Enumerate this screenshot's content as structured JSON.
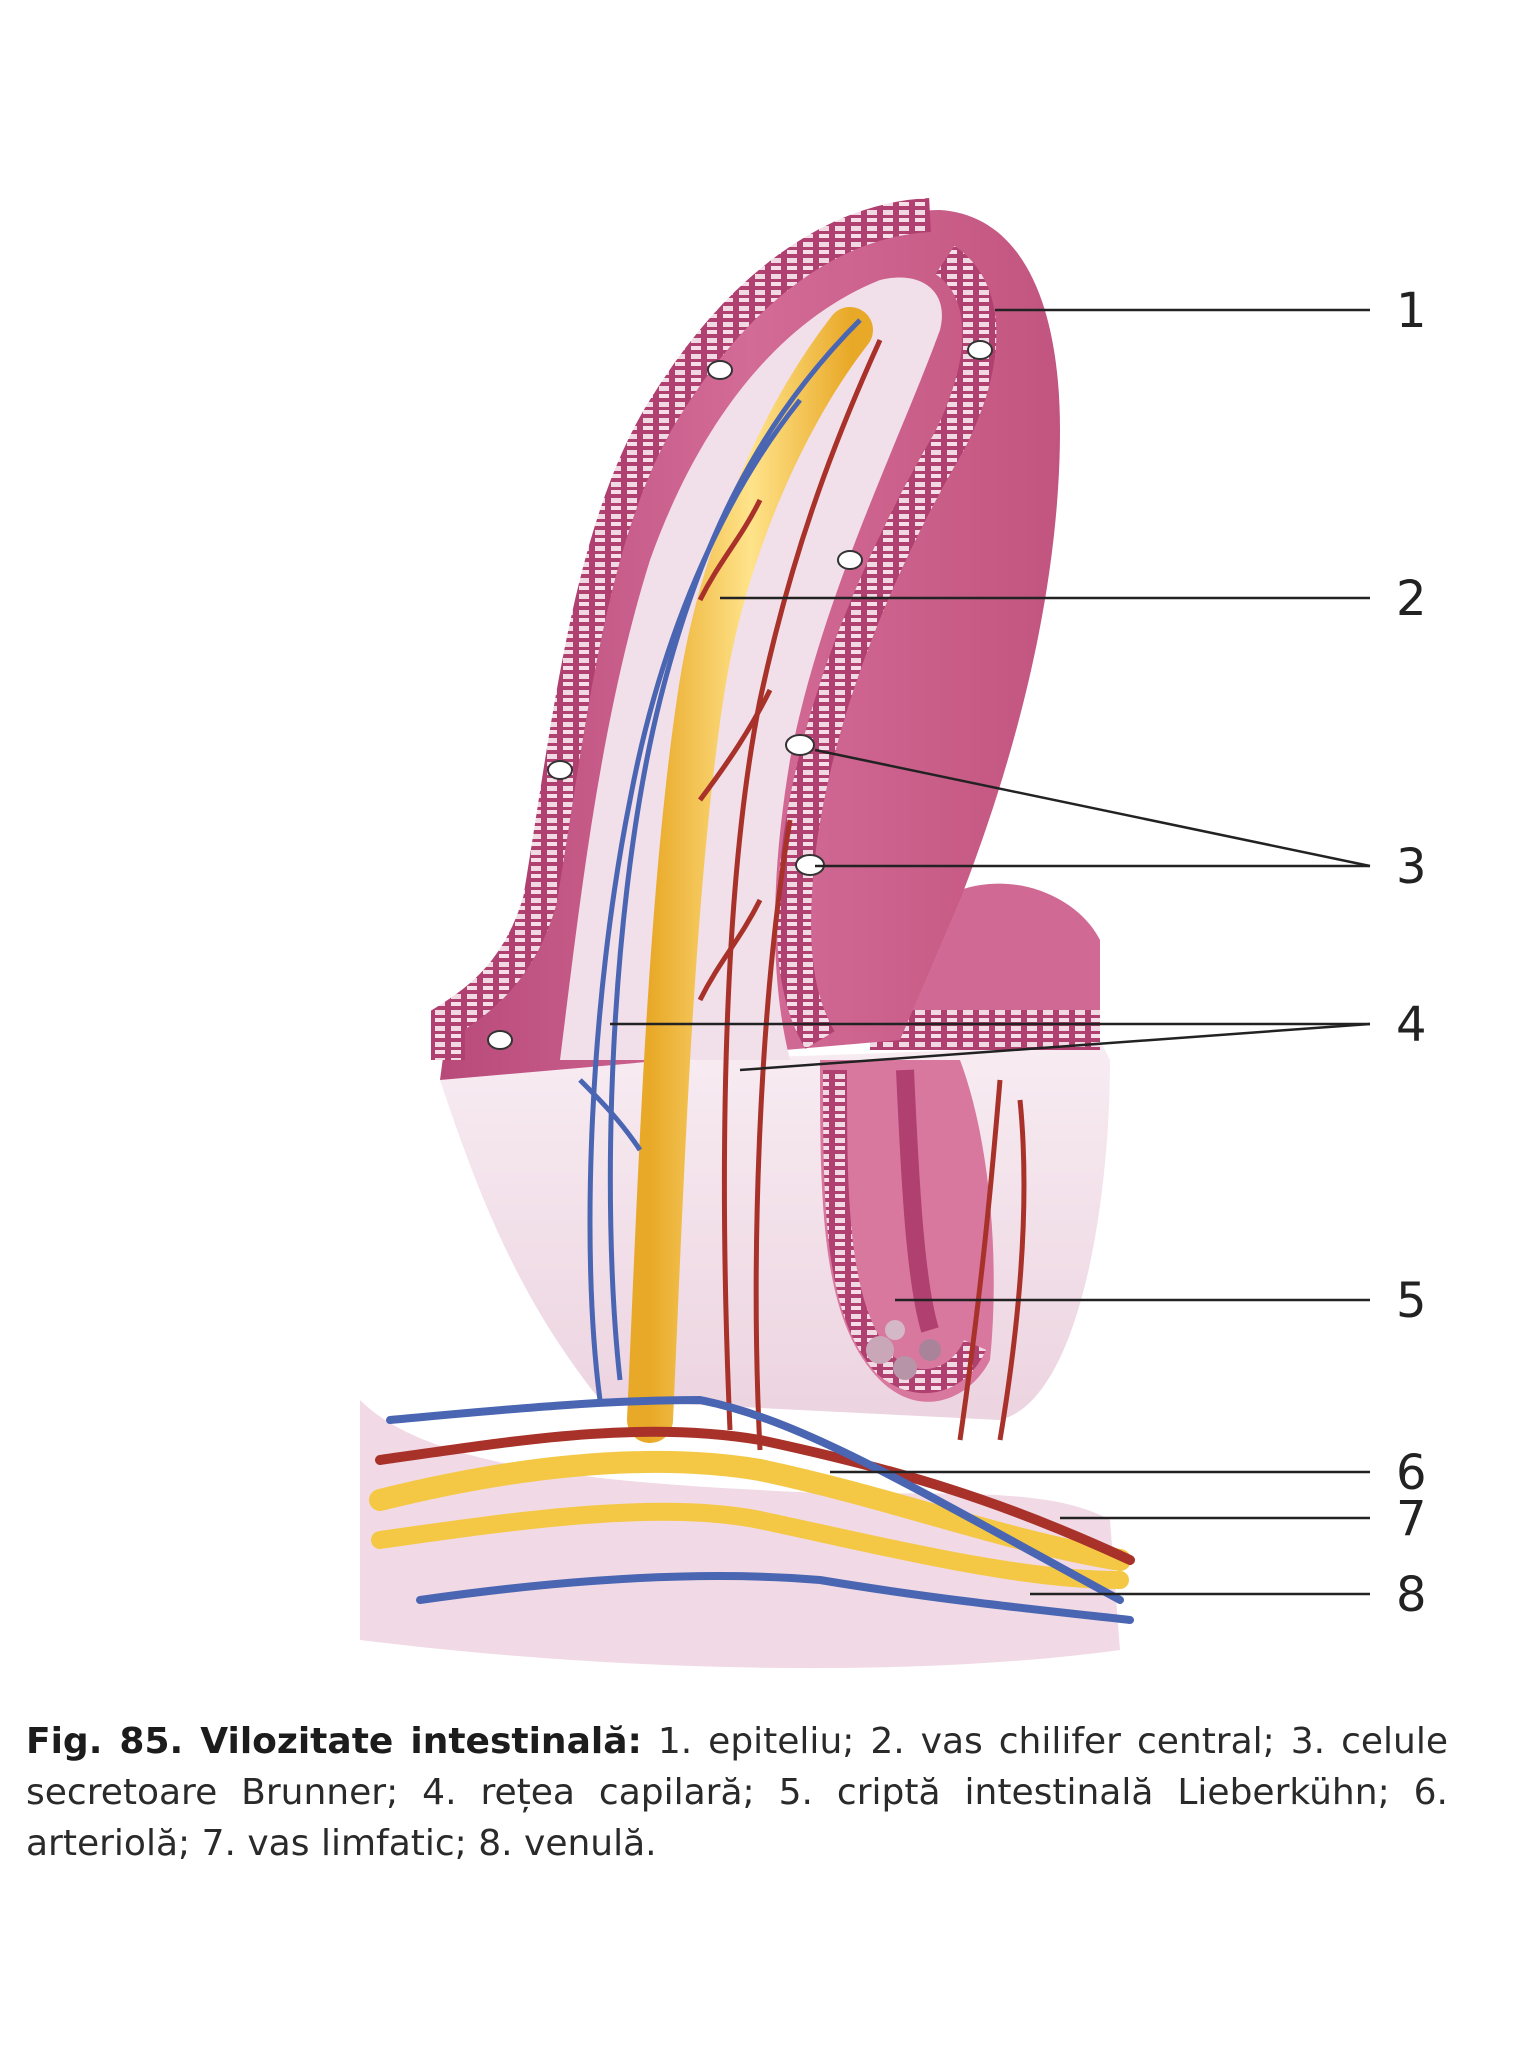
{
  "figure": {
    "callouts": [
      {
        "number": "1"
      },
      {
        "number": "2"
      },
      {
        "number": "3"
      },
      {
        "number": "4"
      },
      {
        "number": "5"
      },
      {
        "number": "6"
      },
      {
        "number": "7"
      },
      {
        "number": "8"
      }
    ]
  },
  "caption": {
    "title": "Fig. 85. Vilozitate intestinală:",
    "text": "1. epiteliu; 2. vas chilifer central; 3. celule secretoare Brunner; 4. rețea capilară; 5. criptă intestinală Lieberkühn; 6. arteriolă; 7. vas limfatic; 8. venulă."
  },
  "colors": {
    "tissue": "#c95f8a",
    "tissue_light": "#e9b6cc",
    "lacteal": "#f4c845",
    "artery": "#a8322a",
    "vein": "#4a66b3",
    "stroma": "#efdde7"
  }
}
